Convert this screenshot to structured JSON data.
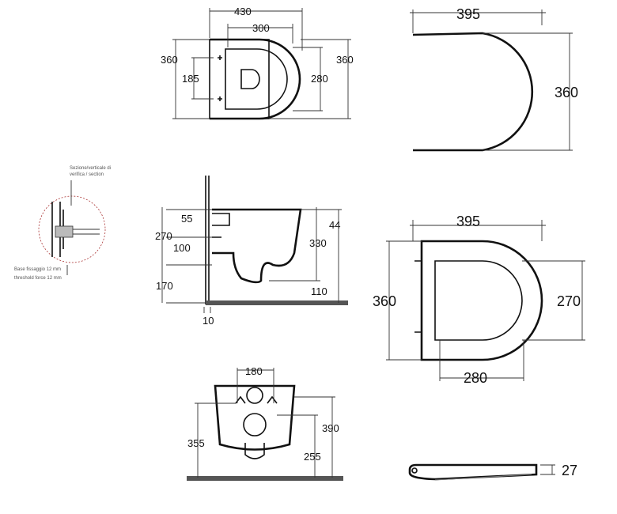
{
  "top_view": {
    "width_overall": "430",
    "width_inner": "300",
    "height_left": "360",
    "bolt_spacing": "185",
    "bowl_height": "280",
    "height_right": "360"
  },
  "seat_top_view": {
    "width": "395",
    "depth": "360"
  },
  "detail": {
    "note_top_line1": "Sezione/verticale di",
    "note_top_line2": "verifica / section",
    "note_bottom_line1": "Base fissaggio 12 mm",
    "note_bottom_line2": "threshold force 12 mm"
  },
  "side_view": {
    "inlet_height": "55",
    "outlet_height": "100",
    "total_height": "270",
    "floor_clearance": "170",
    "wall_offset": "10",
    "bowl_height": "330",
    "top_partial": "44",
    "bottom_right": "110"
  },
  "seat_open_view": {
    "width": "395",
    "depth": "360",
    "opening_depth": "270",
    "opening_width": "280"
  },
  "front_view": {
    "bolt_spacing": "180",
    "height_overall": "390",
    "height_left": "355",
    "height_inner": "255"
  },
  "seat_side_view": {
    "thickness": "27"
  }
}
